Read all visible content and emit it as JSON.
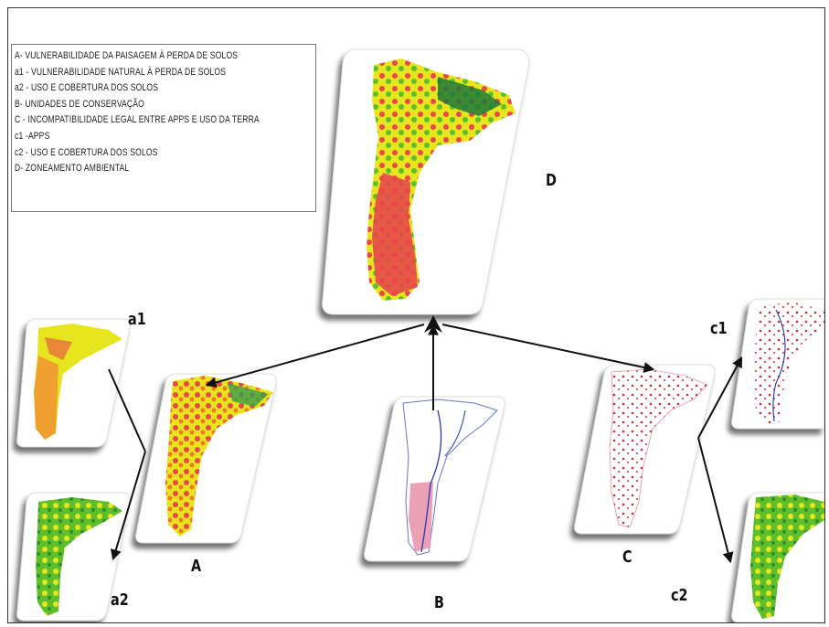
{
  "legend": {
    "lines": [
      "A- VULNERABILIDADE DA PAISAGEM À PERDA DE SOLOS",
      "a1 - VULNERABILIDADE NATURAL À PERDA DE SOLOS",
      "a2 - USO E COBERTURA DOS SOLOS",
      "B- UNIDADES DE CONSERVAÇÃO",
      "C - INCOMPATIBILIDADE LEGAL ENTRE APPS E USO DA TERRA",
      "c1 -APPS",
      "c2 - USO E COBERTURA DOS SOLOS",
      "D- ZONEAMENTO AMBIENTAL"
    ]
  },
  "labels": {
    "D": "D",
    "a1": "a1",
    "a2": "a2",
    "A": "A",
    "B": "B",
    "C": "C",
    "c1": "c1",
    "c2": "c2"
  },
  "colors": {
    "red": "#e8484a",
    "yellow": "#e6e51e",
    "green": "#5fbf2a",
    "dark_green": "#1f7a3a",
    "orange": "#f0a030",
    "blue_line": "#4455cc",
    "pink": "#d96a8a"
  }
}
